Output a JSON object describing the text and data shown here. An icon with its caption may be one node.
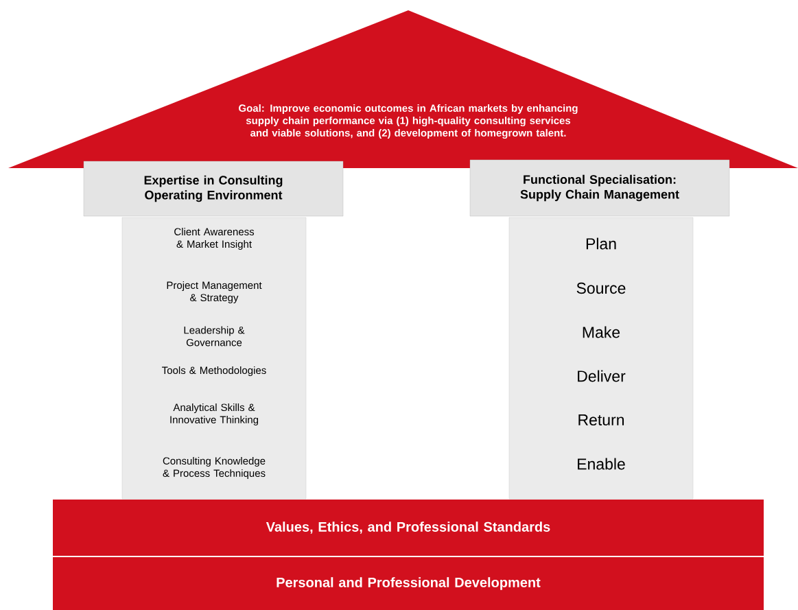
{
  "diagram": {
    "nodes": [
      {
        "text": [
          "Goal: Improve economic outcomes in African markets by enhancing supply chain performance via (1) high-quality consulting services and viable solutions, and (2) development of homegrown talent."
        ]
      },
      {
        "text": [
          "Expertise in Consulting Operating Environment"
        ]
      },
      {
        "text": [
          "Client Awareness & Market Insight",
          "Project Management & Strategy",
          "Leadership & Governance",
          "Tools & Methodologies",
          "Analytical Skills & Innovative Thinking",
          "Consulting Knowledge & Process Techniques"
        ]
      },
      {
        "text": [
          "Functional Specialisation: Supply Chain Management"
        ]
      },
      {
        "text": [
          "Plan",
          "Source",
          "Make",
          "Deliver",
          "Return",
          "Enable"
        ]
      },
      {
        "text": [
          "Values, Ethics, and Professional Standards"
        ]
      },
      {
        "text": [
          "Personal and Professional Development"
        ]
      }
    ]
  }
}
